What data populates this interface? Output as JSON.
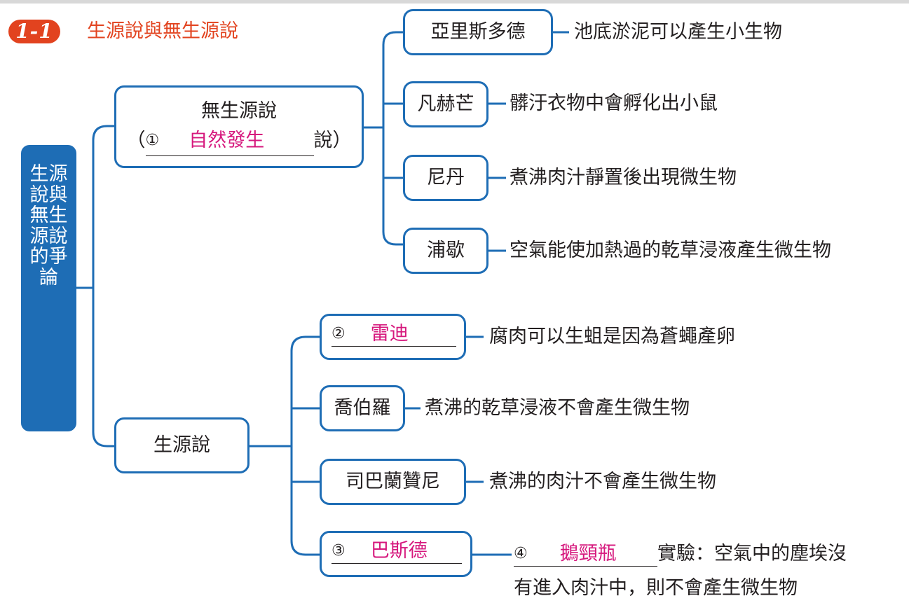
{
  "header": {
    "badge": "1-1",
    "title": "生源說與無生源說"
  },
  "root": {
    "label": "生源說與無生源說的爭論"
  },
  "branch_abiogenesis": {
    "title": "無生源說",
    "paren_open": "（",
    "num": "①",
    "answer": "自然發生",
    "suffix": "說）"
  },
  "abiogenesis_people": [
    {
      "name": "亞里斯多德",
      "desc": "池底淤泥可以產生小生物"
    },
    {
      "name": "凡赫芒",
      "desc": "髒汙衣物中會孵化出小鼠"
    },
    {
      "name": "尼丹",
      "desc": "煮沸肉汁靜置後出現微生物"
    },
    {
      "name": "浦歇",
      "desc": "空氣能使加熱過的乾草浸液產生微生物"
    }
  ],
  "branch_biogenesis": {
    "title": "生源說"
  },
  "biogenesis_people": [
    {
      "num": "②",
      "name": "雷迪",
      "desc": "腐肉可以生蛆是因為蒼蠅產卵"
    },
    {
      "name": "喬伯羅",
      "desc": "煮沸的乾草浸液不會產生微生物"
    },
    {
      "name": "司巴蘭贊尼",
      "desc": "煮沸的肉汁不會產生微生物"
    },
    {
      "num": "③",
      "name": "巴斯德"
    }
  ],
  "pasteur": {
    "num": "④",
    "answer": "鵝頸瓶",
    "line1_rest": "實驗：空氣中的塵埃沒",
    "line2": "有進入肉汁中，則不會產生微生物"
  },
  "colors": {
    "accent_blue": "#1e6db5",
    "badge_red": "#e2431f",
    "answer_pink": "#d6187d"
  }
}
